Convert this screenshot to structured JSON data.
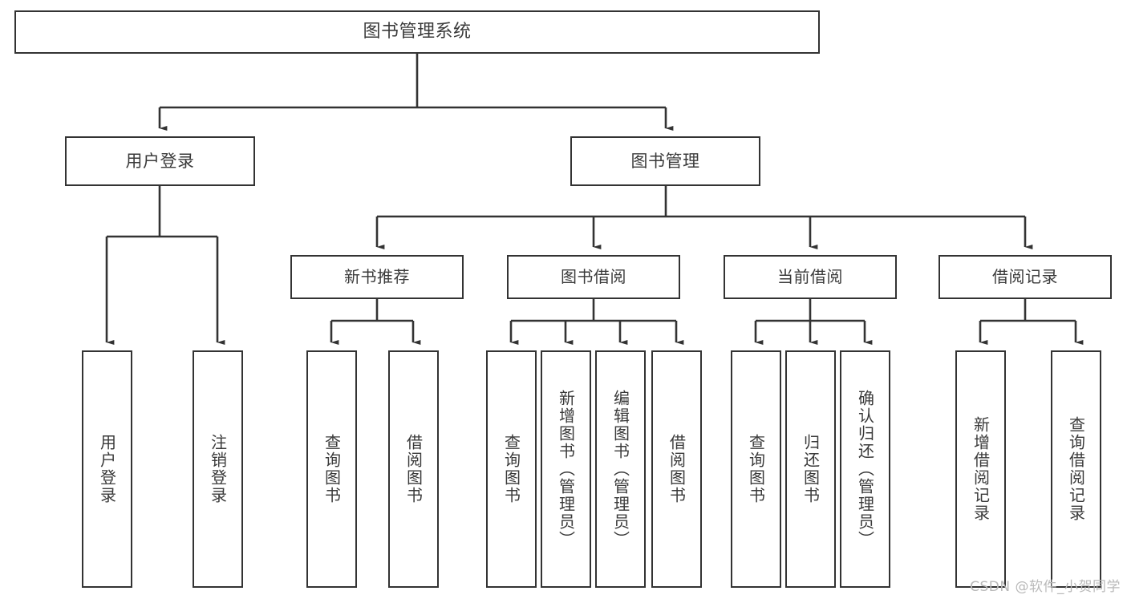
{
  "diagram": {
    "title": "图书管理系统",
    "type": "hierarchy-tree",
    "root": {
      "label": "图书管理系统"
    },
    "level2": [
      {
        "label": "用户登录"
      },
      {
        "label": "图书管理"
      }
    ],
    "level3": [
      {
        "label": "新书推荐"
      },
      {
        "label": "图书借阅"
      },
      {
        "label": "当前借阅"
      },
      {
        "label": "借阅记录"
      }
    ],
    "leaves": {
      "user_login": [
        "用户登录",
        "注销登录"
      ],
      "new_book_recommend": [
        "查询图书",
        "借阅图书"
      ],
      "book_borrow": [
        "查询图书",
        "新增图书（管理员）",
        "编辑图书（管理员）",
        "借阅图书"
      ],
      "current_borrow": [
        "查询图书",
        "归还图书",
        "确认归还（管理员）"
      ],
      "borrow_record": [
        "新增借阅记录",
        "查询借阅记录"
      ]
    },
    "colors": {
      "border": "#333333",
      "text": "#3a3a3a",
      "background": "#ffffff",
      "connector": "#333333",
      "watermark": "#b9b9b9"
    }
  },
  "watermark": {
    "text": "CSDN @软件_小贺同学"
  }
}
